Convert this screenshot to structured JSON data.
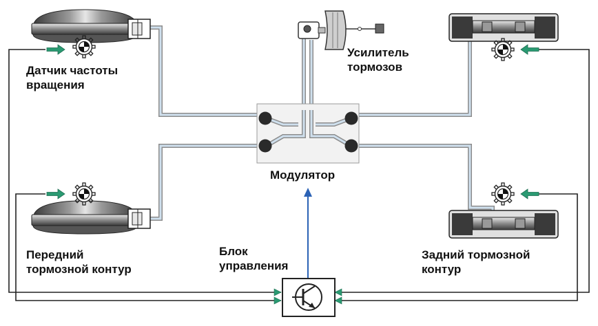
{
  "labels": {
    "speed_sensor": [
      "Датчик частоты",
      "вращения"
    ],
    "brake_booster": [
      "Усилитель",
      "тормозов"
    ],
    "modulator": "Модулятор",
    "control_unit": [
      "Блок",
      "управления"
    ],
    "front_circuit": [
      "Передний",
      "тормозной контур"
    ],
    "rear_circuit": [
      "Задний тормозной",
      "контур"
    ]
  },
  "colors": {
    "pipe_outline": "#8c8c8c",
    "pipe_fill": "#cfe0ee",
    "wire": "#222222",
    "signal_arrow": "#2a9a72",
    "control_arrow": "#2b62b5",
    "valve": "#2a2a2a",
    "box_fill": "#f2f2f2"
  },
  "icons": {
    "sensor": "gear-sensor-icon",
    "control_unit": "transistor-icon",
    "brake_disc": "brake-disc-icon",
    "rear_brake": "drum-brake-icon",
    "booster": "brake-booster-icon"
  }
}
